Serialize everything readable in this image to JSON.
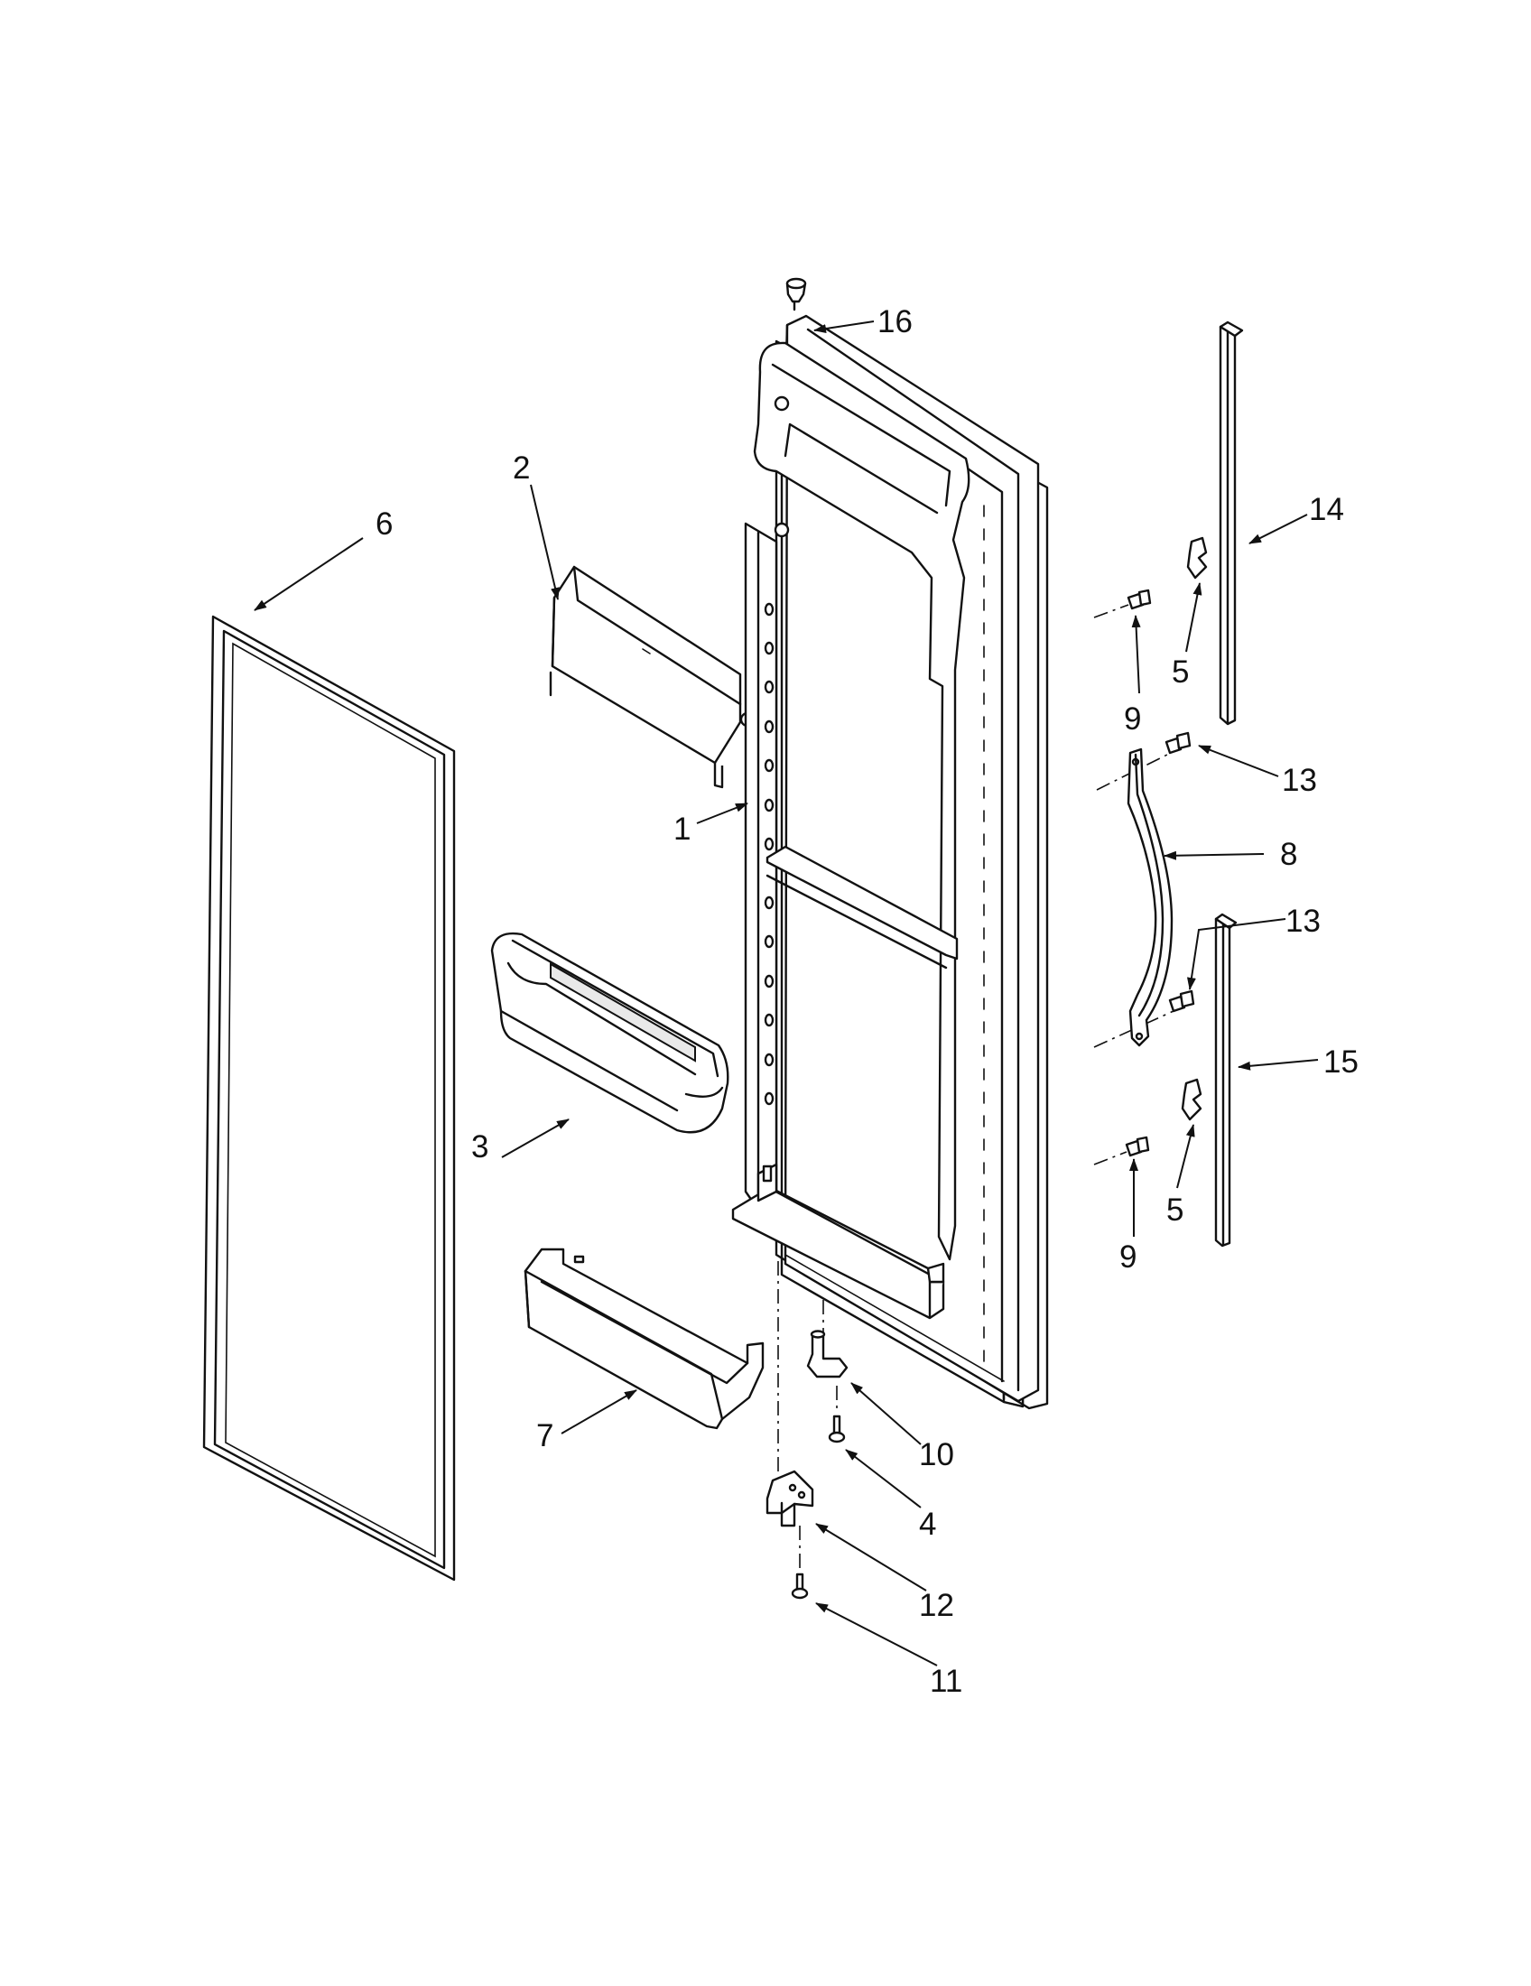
{
  "callouts": [
    {
      "id": "c1",
      "label": "1"
    },
    {
      "id": "c2",
      "label": "2"
    },
    {
      "id": "c3",
      "label": "3"
    },
    {
      "id": "c4",
      "label": "4"
    },
    {
      "id": "c5a",
      "label": "5"
    },
    {
      "id": "c5b",
      "label": "5"
    },
    {
      "id": "c6",
      "label": "6"
    },
    {
      "id": "c7",
      "label": "7"
    },
    {
      "id": "c8",
      "label": "8"
    },
    {
      "id": "c9a",
      "label": "9"
    },
    {
      "id": "c9b",
      "label": "9"
    },
    {
      "id": "c10",
      "label": "10"
    },
    {
      "id": "c11",
      "label": "11"
    },
    {
      "id": "c12",
      "label": "12"
    },
    {
      "id": "c13a",
      "label": "13"
    },
    {
      "id": "c13b",
      "label": "13"
    },
    {
      "id": "c14",
      "label": "14"
    },
    {
      "id": "c15",
      "label": "15"
    },
    {
      "id": "c16",
      "label": "16"
    }
  ]
}
